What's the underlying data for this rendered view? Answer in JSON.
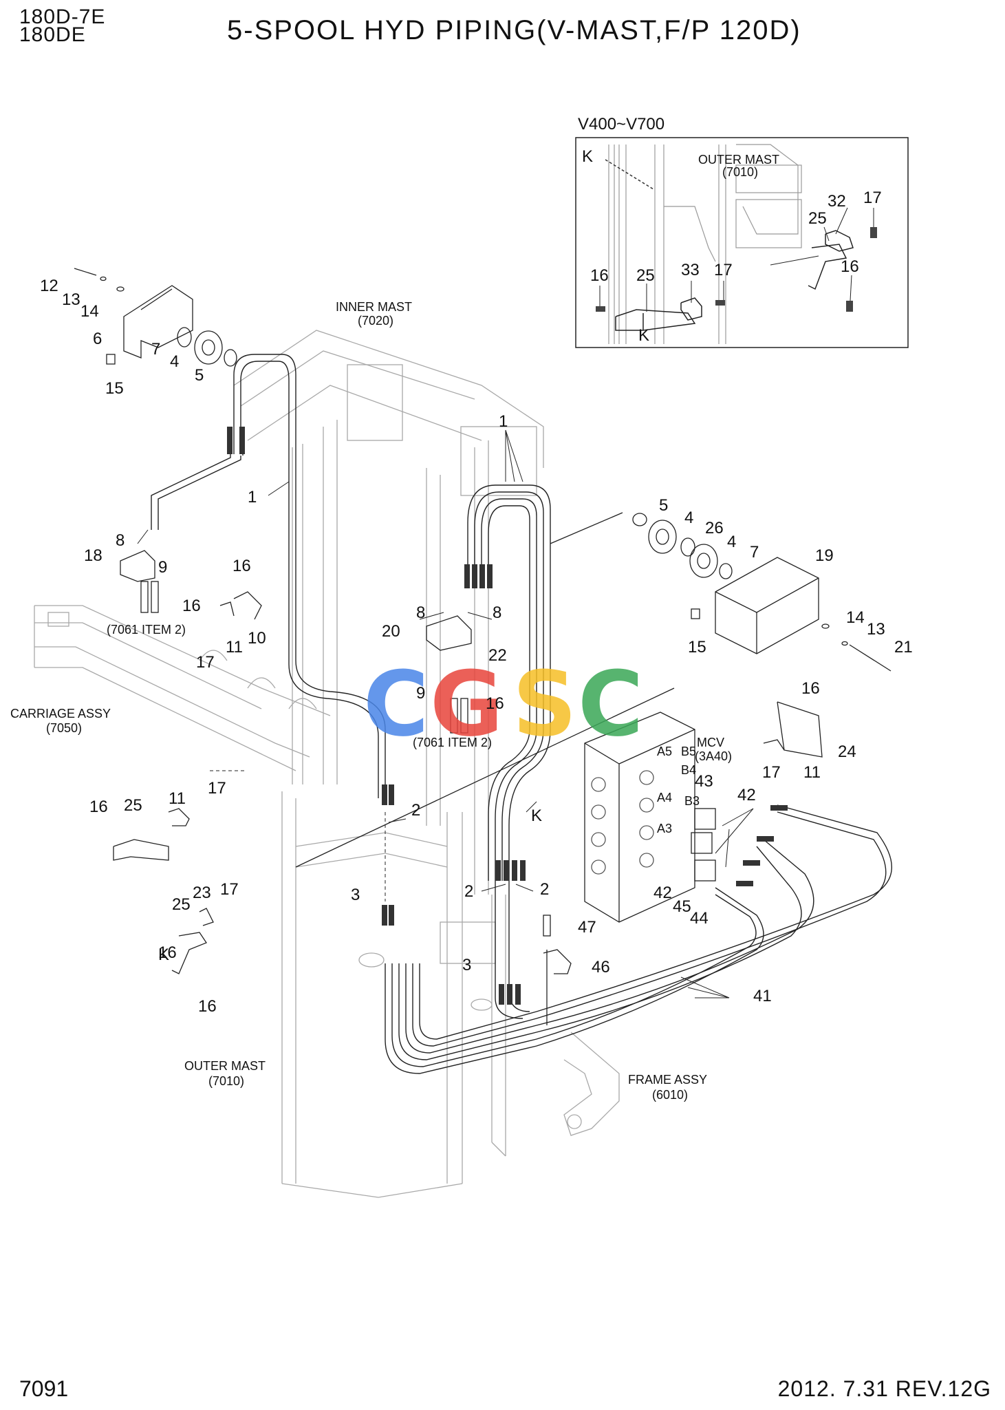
{
  "header": {
    "model_line1": "180D-7E",
    "model_line2": "180DE",
    "title": "5-SPOOL HYD PIPING(V-MAST,F/P 120D)"
  },
  "footer": {
    "page_number": "7091",
    "revision": "2012. 7.31  REV.12G"
  },
  "inset": {
    "title": "V400~V700",
    "outer_mast_label": "OUTER MAST",
    "outer_mast_code": "(7010)"
  },
  "assemblies": {
    "inner_mast": "INNER MAST",
    "inner_mast_code": "(7020)",
    "carriage": "CARRIAGE ASSY",
    "carriage_code": "(7050)",
    "outer_mast": "OUTER MAST",
    "outer_mast_code": "(7010)",
    "frame": "FRAME ASSY",
    "frame_code": "(6010)",
    "mcv": "MCV",
    "mcv_code": "(3A40)",
    "ref_item_left": "(7061 ITEM 2)",
    "ref_item_center": "(7061 ITEM 2)"
  },
  "callouts": {
    "c12": "12",
    "c13a": "13",
    "c14a": "14",
    "c6": "6",
    "c7a": "7",
    "c4a": "4",
    "c5a": "5",
    "c15a": "15",
    "c1a": "1",
    "c1b": "1",
    "c8a": "8",
    "c8b": "8",
    "c8c": "8",
    "c18": "18",
    "c9a": "9",
    "c16a": "16",
    "c16b": "16",
    "c10": "10",
    "c11a": "11",
    "c17a": "17",
    "c20": "20",
    "c22": "22",
    "c9b": "9",
    "c16c": "16",
    "c5b": "5",
    "c4b": "4",
    "c26": "26",
    "c4c": "4",
    "c7b": "7",
    "c19": "19",
    "c14b": "14",
    "c13b": "13",
    "c21": "21",
    "c15b": "15",
    "c16d": "16",
    "c24": "24",
    "c17b": "17",
    "c11b": "11",
    "c43": "43",
    "c42a": "42",
    "c42b": "42",
    "c45": "45",
    "c44": "44",
    "c16e": "16",
    "c25a": "25",
    "c11c": "11",
    "c17c": "17",
    "c25b": "25",
    "c23": "23",
    "c17d": "17",
    "cK1": "K",
    "c16f": "16",
    "c2a": "2",
    "c3a": "3",
    "cK2": "K",
    "c2b": "2",
    "c2c": "2",
    "c47": "47",
    "c3b": "3",
    "c46": "46",
    "c41": "41",
    "i_K": "K",
    "i_32": "32",
    "i_17a": "17",
    "i_25a": "25",
    "i_16a": "16",
    "i_16b": "16",
    "i_25b": "25",
    "i_33": "33",
    "i_17b": "17",
    "i_K2": "K"
  },
  "mcv_ports": {
    "a5": "A5",
    "b5": "B5",
    "b4": "B4",
    "a4": "A4",
    "b3": "B3",
    "a3": "A3"
  },
  "watermark": {
    "letters": [
      "C",
      "G",
      "S",
      "C"
    ],
    "colors": [
      "#4a86e8",
      "#e8453c",
      "#f6bf26",
      "#3aa757"
    ]
  }
}
